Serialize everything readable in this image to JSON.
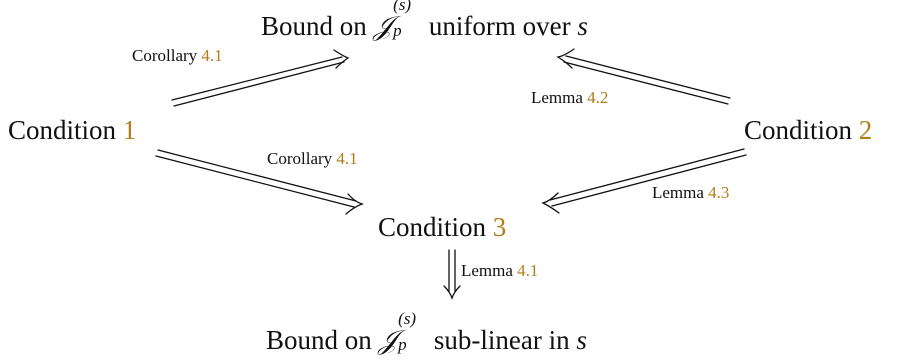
{
  "nodes": {
    "top": {
      "prefix": "Bound on",
      "math_main": "𝒥",
      "math_sub": "p",
      "math_sup": "(s)",
      "suffix": "uniform over",
      "suffix_var": "s"
    },
    "left": {
      "label": "Condition",
      "ref": "1"
    },
    "right": {
      "label": "Condition",
      "ref": "2"
    },
    "center": {
      "label": "Condition",
      "ref": "3"
    },
    "bottom": {
      "prefix": "Bound on",
      "math_main": "𝒥",
      "math_sub": "p",
      "math_sup": "(s)",
      "suffix": "sub-linear in",
      "suffix_var": "s"
    }
  },
  "edges": {
    "left_top": {
      "label": "Corollary",
      "ref": "4.1"
    },
    "right_top": {
      "label": "Lemma",
      "ref": "4.2"
    },
    "left_center": {
      "label": "Corollary",
      "ref": "4.1"
    },
    "right_center": {
      "label": "Lemma",
      "ref": "4.3"
    },
    "center_bottom": {
      "label": "Lemma",
      "ref": "4.1"
    }
  },
  "colors": {
    "ref": "#b07d1a",
    "text": "#111111"
  }
}
